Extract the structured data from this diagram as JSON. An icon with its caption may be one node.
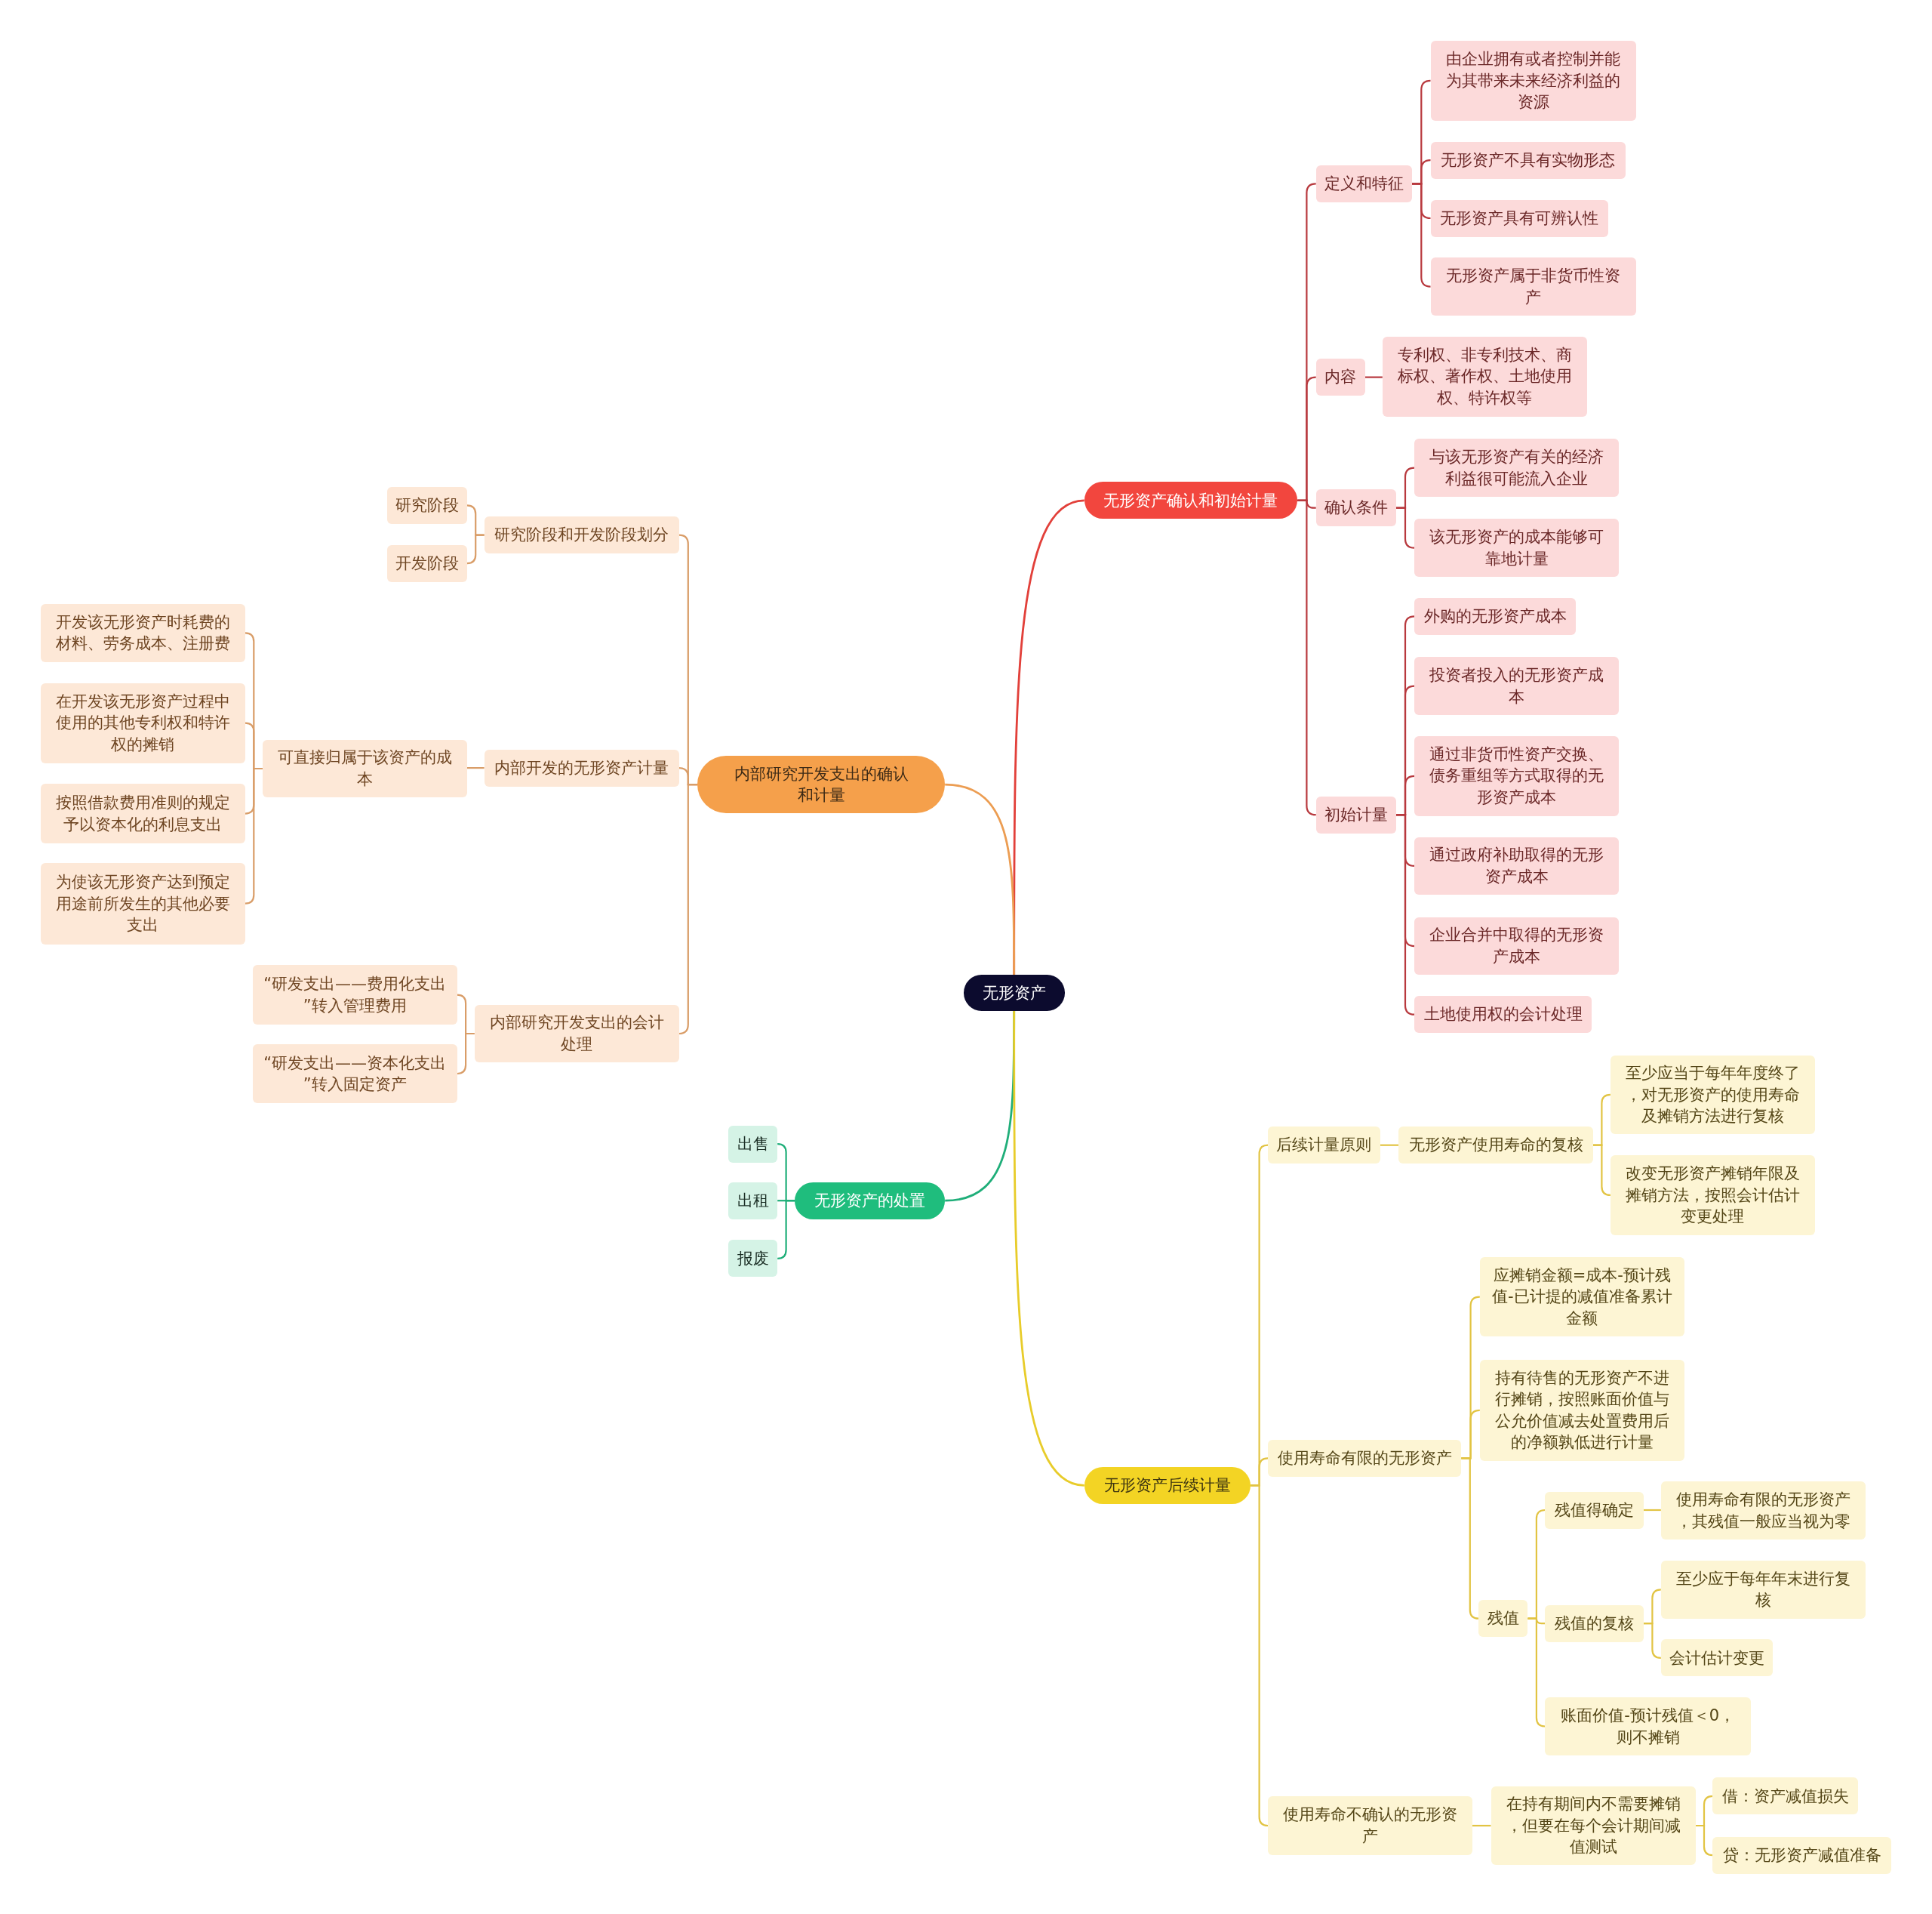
{
  "diagram": {
    "nodes": [
      {
        "text": [
          "无形资产"
        ]
      },
      {
        "text": [
          "无形资产确认和初始计量"
        ]
      },
      {
        "text": [
          "定义和特征"
        ]
      },
      {
        "text": [
          "由企业拥有或者控制并能为其带来未来经济利益的资源"
        ]
      },
      {
        "text": [
          "无形资产不具有实物形态"
        ]
      },
      {
        "text": [
          "无形资产具有可辨认性"
        ]
      },
      {
        "text": [
          "无形资产属于非货币性资产"
        ]
      },
      {
        "text": [
          "内容"
        ]
      },
      {
        "text": [
          "专利权、非专利技术、商标权、著作权、土地使用权、特许权等"
        ]
      },
      {
        "text": [
          "确认条件"
        ]
      },
      {
        "text": [
          "与该无形资产有关的经济利益很可能流入企业"
        ]
      },
      {
        "text": [
          "该无形资产的成本能够可靠地计量"
        ]
      },
      {
        "text": [
          "初始计量"
        ]
      },
      {
        "text": [
          "外购的无形资产成本"
        ]
      },
      {
        "text": [
          "投资者投入的无形资产成本"
        ]
      },
      {
        "text": [
          "通过非货币性资产交换、债务重组等方式取得的无形资产成本"
        ]
      },
      {
        "text": [
          "通过政府补助取得的无形资产成本"
        ]
      },
      {
        "text": [
          "企业合并中取得的无形资产成本"
        ]
      },
      {
        "text": [
          "土地使用权的会计处理"
        ]
      },
      {
        "text": [
          "内部研究开发支出的确认和计量"
        ]
      },
      {
        "text": [
          "研究阶段和开发阶段划分"
        ]
      },
      {
        "text": [
          "研究阶段"
        ]
      },
      {
        "text": [
          "开发阶段"
        ]
      },
      {
        "text": [
          "内部开发的无形资产计量"
        ]
      },
      {
        "text": [
          "可直接归属于该资产的成本"
        ]
      },
      {
        "text": [
          "开发该无形资产时耗费的材料、劳务成本、注册费"
        ]
      },
      {
        "text": [
          "在开发该无形资产过程中使用的其他专利权和特许权的摊销"
        ]
      },
      {
        "text": [
          "按照借款费用准则的规定予以资本化的利息支出"
        ]
      },
      {
        "text": [
          "为使该无形资产达到预定用途前所发生的其他必要支出"
        ]
      },
      {
        "text": [
          "内部研究开发支出的会计处理"
        ]
      },
      {
        "text": [
          "“研发支出——费用化支出”转入管理费用"
        ]
      },
      {
        "text": [
          "“研发支出——资本化支出”转入固定资产"
        ]
      },
      {
        "text": [
          "无形资产的处置"
        ]
      },
      {
        "text": [
          "出售"
        ]
      },
      {
        "text": [
          "出租"
        ]
      },
      {
        "text": [
          "报废"
        ]
      },
      {
        "text": [
          "无形资产后续计量"
        ]
      },
      {
        "text": [
          "后续计量原则"
        ]
      },
      {
        "text": [
          "无形资产使用寿命的复核"
        ]
      },
      {
        "text": [
          "至少应当于每年年度终了，对无形资产的使用寿命及摊销方法进行复核"
        ]
      },
      {
        "text": [
          "改变无形资产摊销年限及摊销方法，按照会计估计变更处理"
        ]
      },
      {
        "text": [
          "使用寿命有限的无形资产"
        ]
      },
      {
        "text": [
          "应摊销金额=成本-预计残值-已计提的减值准备累计金额"
        ]
      },
      {
        "text": [
          "持有待售的无形资产不进行摊销，按照账面价值与公允价值减去处置费用后的净额孰低进行计量"
        ]
      },
      {
        "text": [
          "残值"
        ]
      },
      {
        "text": [
          "残值得确定"
        ]
      },
      {
        "text": [
          "使用寿命有限的无形资产，其残值一般应当视为零"
        ]
      },
      {
        "text": [
          "残值的复核"
        ]
      },
      {
        "text": [
          "至少应于每年年末进行复核"
        ]
      },
      {
        "text": [
          "会计估计变更"
        ]
      },
      {
        "text": [
          "账面价值-预计残值＜0，则不摊销"
        ]
      },
      {
        "text": [
          "使用寿命不确认的无形资产"
        ]
      },
      {
        "text": [
          "在持有期间内不需要摊销，但要在每个会计期间减值测试"
        ]
      },
      {
        "text": [
          "借：资产减值损失"
        ]
      },
      {
        "text": [
          "贷：无形资产减值准备"
        ]
      }
    ],
    "edges": [
      {
        "from": 0,
        "to": 1,
        "arrow": "none",
        "color": "#e2403a"
      },
      {
        "from": 1,
        "to": 2,
        "arrow": "none",
        "color": "#b8393e"
      },
      {
        "from": 2,
        "to": 3,
        "arrow": "none",
        "color": "#b8393e"
      },
      {
        "from": 2,
        "to": 4,
        "arrow": "none",
        "color": "#b8393e"
      },
      {
        "from": 2,
        "to": 5,
        "arrow": "none",
        "color": "#b8393e"
      },
      {
        "from": 2,
        "to": 6,
        "arrow": "none",
        "color": "#b8393e"
      },
      {
        "from": 1,
        "to": 7,
        "arrow": "none",
        "color": "#b8393e"
      },
      {
        "from": 7,
        "to": 8,
        "arrow": "none",
        "color": "#b8393e"
      },
      {
        "from": 1,
        "to": 9,
        "arrow": "none",
        "color": "#b8393e"
      },
      {
        "from": 9,
        "to": 10,
        "arrow": "none",
        "color": "#b8393e"
      },
      {
        "from": 9,
        "to": 11,
        "arrow": "none",
        "color": "#b8393e"
      },
      {
        "from": 1,
        "to": 12,
        "arrow": "none",
        "color": "#b8393e"
      },
      {
        "from": 12,
        "to": 13,
        "arrow": "none",
        "color": "#b8393e"
      },
      {
        "from": 12,
        "to": 14,
        "arrow": "none",
        "color": "#b8393e"
      },
      {
        "from": 12,
        "to": 15,
        "arrow": "none",
        "color": "#b8393e"
      },
      {
        "from": 12,
        "to": 16,
        "arrow": "none",
        "color": "#b8393e"
      },
      {
        "from": 12,
        "to": 17,
        "arrow": "none",
        "color": "#b8393e"
      },
      {
        "from": 12,
        "to": 18,
        "arrow": "none",
        "color": "#b8393e"
      },
      {
        "from": 0,
        "to": 19,
        "arrow": "none",
        "color": "#ec9d52"
      },
      {
        "from": 19,
        "to": 20,
        "arrow": "none",
        "color": "#d99d68"
      },
      {
        "from": 20,
        "to": 21,
        "arrow": "none",
        "color": "#d99d68"
      },
      {
        "from": 20,
        "to": 22,
        "arrow": "none",
        "color": "#d99d68"
      },
      {
        "from": 19,
        "to": 23,
        "arrow": "none",
        "color": "#d99d68"
      },
      {
        "from": 23,
        "to": 24,
        "arrow": "none",
        "color": "#d99d68"
      },
      {
        "from": 24,
        "to": 25,
        "arrow": "none",
        "color": "#d99d68"
      },
      {
        "from": 24,
        "to": 26,
        "arrow": "none",
        "color": "#d99d68"
      },
      {
        "from": 24,
        "to": 27,
        "arrow": "none",
        "color": "#d99d68"
      },
      {
        "from": 24,
        "to": 28,
        "arrow": "none",
        "color": "#d99d68"
      },
      {
        "from": 19,
        "to": 29,
        "arrow": "none",
        "color": "#d99d68"
      },
      {
        "from": 29,
        "to": 30,
        "arrow": "none",
        "color": "#d99d68"
      },
      {
        "from": 29,
        "to": 31,
        "arrow": "none",
        "color": "#d99d68"
      },
      {
        "from": 0,
        "to": 32,
        "arrow": "none",
        "color": "#1fae79"
      },
      {
        "from": 32,
        "to": 33,
        "arrow": "none",
        "color": "#1fae79"
      },
      {
        "from": 32,
        "to": 34,
        "arrow": "none",
        "color": "#1fae79"
      },
      {
        "from": 32,
        "to": 35,
        "arrow": "none",
        "color": "#1fae79"
      },
      {
        "from": 0,
        "to": 36,
        "arrow": "none",
        "color": "#e8cc2a"
      },
      {
        "from": 36,
        "to": 37,
        "arrow": "none",
        "color": "#e2c443"
      },
      {
        "from": 37,
        "to": 38,
        "arrow": "none",
        "color": "#e2c443"
      },
      {
        "from": 38,
        "to": 39,
        "arrow": "none",
        "color": "#e2c443"
      },
      {
        "from": 38,
        "to": 40,
        "arrow": "none",
        "color": "#e2c443"
      },
      {
        "from": 36,
        "to": 41,
        "arrow": "none",
        "color": "#e2c443"
      },
      {
        "from": 41,
        "to": 42,
        "arrow": "none",
        "color": "#e2c443"
      },
      {
        "from": 41,
        "to": 43,
        "arrow": "none",
        "color": "#e2c443"
      },
      {
        "from": 41,
        "to": 44,
        "arrow": "none",
        "color": "#e2c443"
      },
      {
        "from": 44,
        "to": 45,
        "arrow": "none",
        "color": "#e2c443"
      },
      {
        "from": 45,
        "to": 46,
        "arrow": "none",
        "color": "#e2c443"
      },
      {
        "from": 44,
        "to": 47,
        "arrow": "none",
        "color": "#e2c443"
      },
      {
        "from": 47,
        "to": 48,
        "arrow": "none",
        "color": "#e2c443"
      },
      {
        "from": 47,
        "to": 49,
        "arrow": "none",
        "color": "#e2c443"
      },
      {
        "from": 44,
        "to": 50,
        "arrow": "none",
        "color": "#e2c443"
      },
      {
        "from": 36,
        "to": 51,
        "arrow": "none",
        "color": "#e2c443"
      },
      {
        "from": 51,
        "to": 52,
        "arrow": "none",
        "color": "#e2c443"
      },
      {
        "from": 52,
        "to": 53,
        "arrow": "none",
        "color": "#e2c443"
      },
      {
        "from": 52,
        "to": 54,
        "arrow": "none",
        "color": "#e2c443"
      }
    ]
  }
}
